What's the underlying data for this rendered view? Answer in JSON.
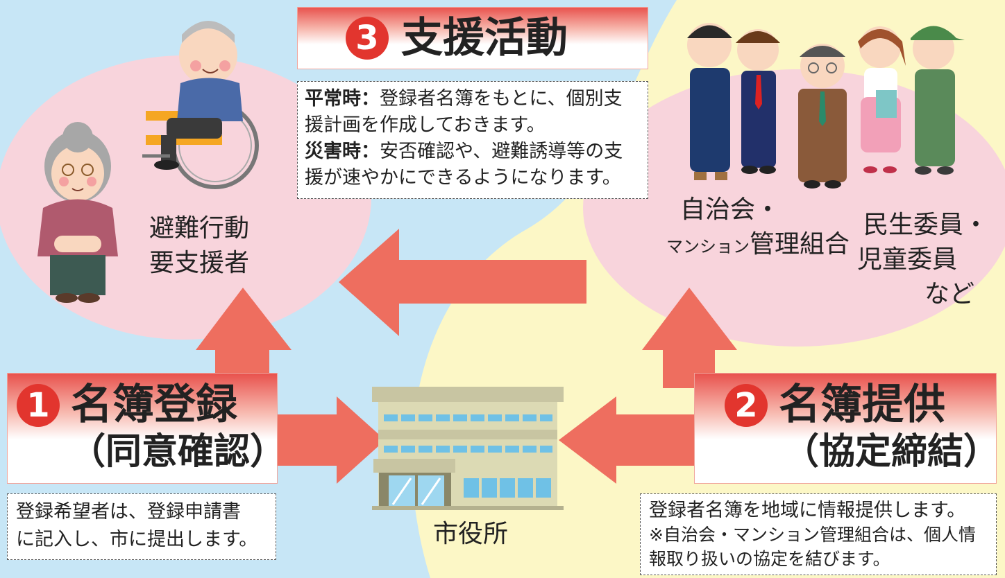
{
  "step3": {
    "number": "3",
    "title": "支援活動"
  },
  "step3_box": {
    "normal_label": "平常時：",
    "normal_line1": "登録者名簿をもとに、個別支",
    "normal_line2": "援計画を作成しておきます。",
    "disaster_label": "災害時：",
    "disaster_line1": "安否確認や、避難誘導等の支",
    "disaster_line2": "援が速やかにできるようになります。"
  },
  "left_group": {
    "line1": "避難行動",
    "line2": "要支援者"
  },
  "right_group": {
    "assoc_line1": "自治会・",
    "assoc_line2_small": "マンション",
    "assoc_line2": "管理組合",
    "welfare_line1": "民生委員・",
    "welfare_line2": "児童委員",
    "welfare_line3": "など"
  },
  "step1": {
    "number": "1",
    "title": "名簿登録",
    "subtitle": "（同意確認）"
  },
  "step1_box": {
    "line1": "登録希望者は、登録申請書",
    "line2": "に記入し、市に提出します。"
  },
  "step2": {
    "number": "2",
    "title": "名簿提供",
    "subtitle": "（協定締結）"
  },
  "step2_box": {
    "line1": "登録者名簿を地域に情報提供します。",
    "line2": "※自治会・マンション管理組合は、個人情",
    "line3": "報取り扱いの協定を結びます。"
  },
  "city_hall": {
    "label": "市役所"
  },
  "colors": {
    "arrow": "#ee6e5f",
    "sky": "#c7e6f6",
    "cream": "#fcf7c6",
    "pink_zone": "#f8d4dc",
    "accent_red": "#e2352e"
  }
}
